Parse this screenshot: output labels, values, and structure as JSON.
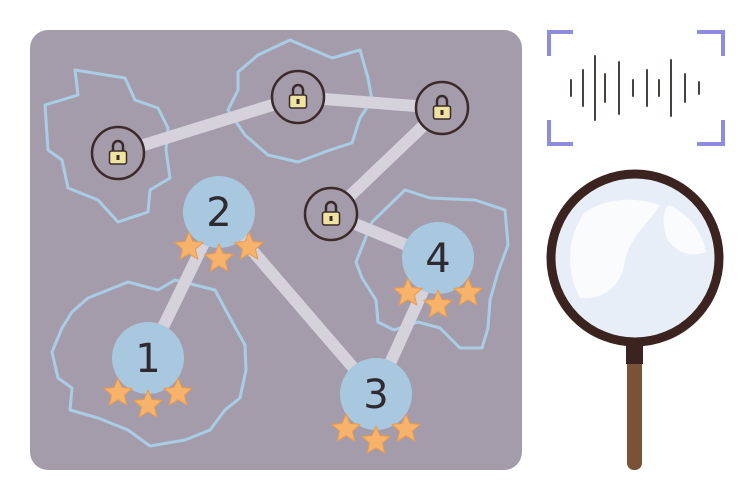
{
  "colors": {
    "board": "#a59cab",
    "region_outline": "#a9cde4",
    "path": "#d5d2dc",
    "level_circle": "#a8c8e0",
    "star": "#f7b36b",
    "lock_ring": "#3a2a2a",
    "lock_body": "#efe3a2",
    "scan_bracket": "#8e8cdc",
    "magnifier_frame": "#3b2420",
    "magnifier_lens": "#e8eef8",
    "magnifier_handle": "#7b5138"
  },
  "map": {
    "levels": [
      {
        "number": "1",
        "stars": 3,
        "unlocked": true
      },
      {
        "number": "2",
        "stars": 3,
        "unlocked": true
      },
      {
        "number": "3",
        "stars": 3,
        "unlocked": true
      },
      {
        "number": "4",
        "stars": 3,
        "unlocked": true
      }
    ],
    "locked_nodes": [
      {
        "icon": "lock-icon"
      },
      {
        "icon": "lock-icon"
      },
      {
        "icon": "lock-icon"
      },
      {
        "icon": "lock-icon"
      }
    ]
  },
  "icons": {
    "scanner": "sound-wave-scan-icon",
    "search": "magnifying-glass-icon"
  }
}
